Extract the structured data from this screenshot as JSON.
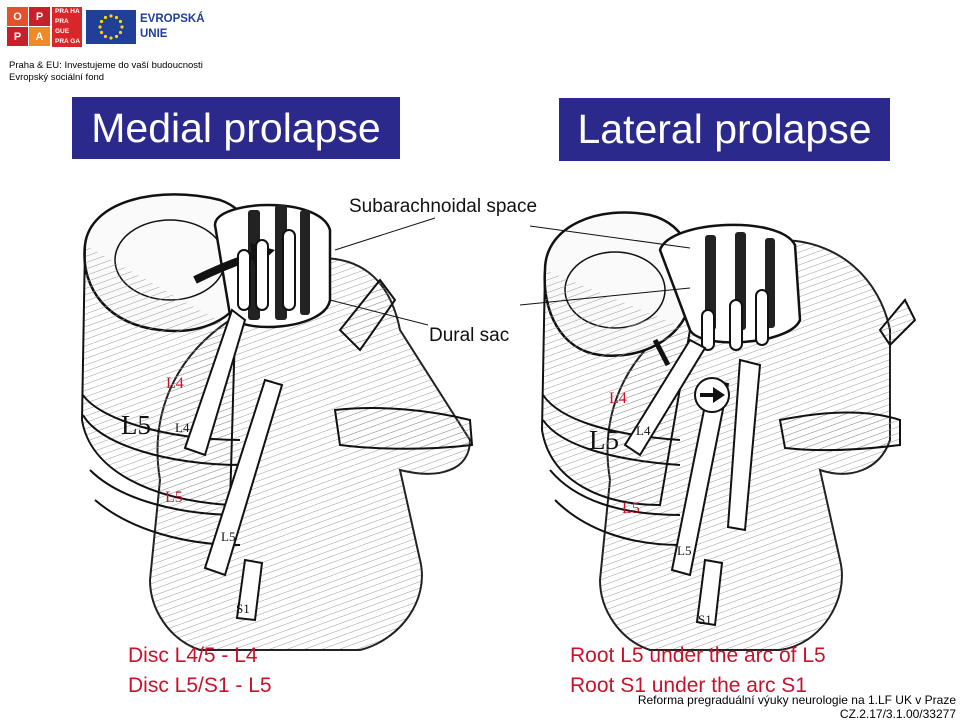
{
  "header": {
    "logo_opp": {
      "cells": [
        "O",
        "P",
        "P",
        "A"
      ]
    },
    "logo_prague_lines": [
      "PRA HA",
      "PRA GUE",
      "PRA GA",
      "PRA G"
    ],
    "eu_text": [
      "EVROPSKÁ",
      "UNIE"
    ],
    "line1": "Praha & EU: Investujeme do vaší budoucnosti",
    "line2": "Evropský sociální fond"
  },
  "titles": {
    "left": "Medial prolapse",
    "right": "Lateral prolapse"
  },
  "labels": {
    "subarachnoidal": "Subarachnoidal space",
    "dural": "Dural sac"
  },
  "left_figure": {
    "l4_red": "L4",
    "l5_red": "L5",
    "l5_big": "L5",
    "root_l4": "L4",
    "root_l5": "L5",
    "root_s1": "S1"
  },
  "right_figure": {
    "l4_red": "L4",
    "l5_red": "L5",
    "l5_big": "L5",
    "root_l4": "L4",
    "root_l5": "L5",
    "root_s1": "S1"
  },
  "captions": {
    "left": [
      "Disc L4/5 - L4",
      "Disc L5/S1 - L5"
    ],
    "right": [
      "Root L5 under the arc of L5",
      "Root S1 under the arc S1"
    ]
  },
  "footer": {
    "line1": "Reforma pregraduální výuky neurologie na 1.LF UK v Praze",
    "line2": "CZ.2.17/3.1.00/33277"
  },
  "colors": {
    "title_bg": "#2b2a8c",
    "caption_red": "#c9122a",
    "eu_blue": "#1f3f99",
    "prague_red": "#d8262b"
  }
}
